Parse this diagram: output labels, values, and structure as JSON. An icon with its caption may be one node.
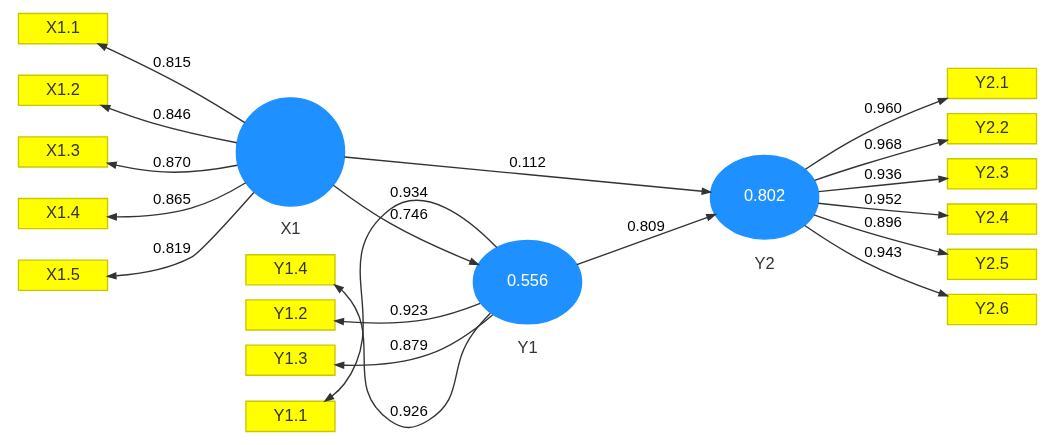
{
  "diagram": {
    "nodes": [
      {
        "text": [
          "Y1.1"
        ]
      },
      {
        "text": [
          "Y1.2"
        ]
      },
      {
        "text": [
          "Y1.3"
        ]
      },
      {
        "text": [
          "Y1.4"
        ]
      },
      {
        "text": [
          "0.556"
        ],
        "beside": [
          "Y1"
        ]
      },
      {
        "text": [
          "X1.1"
        ]
      },
      {
        "text": [
          "X1.2"
        ]
      },
      {
        "text": [
          "X1.3"
        ]
      },
      {
        "text": [
          "X1.4"
        ]
      },
      {
        "text": [
          "X1.5"
        ]
      },
      {
        "text": [],
        "shape": "circle",
        "beside": [
          "X1"
        ]
      },
      {
        "text": [
          "0.802"
        ],
        "beside": [
          "Y2"
        ]
      },
      {
        "text": [
          "Y2.1"
        ]
      },
      {
        "text": [
          "Y2.2"
        ]
      },
      {
        "text": [
          "Y2.3"
        ]
      },
      {
        "text": [
          "Y2.4"
        ]
      },
      {
        "text": [
          "Y2.5"
        ]
      },
      {
        "text": [
          "Y2.6"
        ]
      }
    ],
    "edges": [
      {
        "from": 4,
        "to": 0,
        "arrow": "to",
        "label": "0.934"
      },
      {
        "from": 4,
        "to": 1,
        "arrow": "to",
        "label": "0.923"
      },
      {
        "from": 4,
        "to": 2,
        "arrow": "to",
        "label": "0.879"
      },
      {
        "from": 4,
        "to": 3,
        "arrow": "to",
        "label": "0.926"
      },
      {
        "from": 10,
        "to": 5,
        "arrow": "to",
        "label": "0.815"
      },
      {
        "from": 10,
        "to": 6,
        "arrow": "to",
        "label": "0.846"
      },
      {
        "from": 10,
        "to": 7,
        "arrow": "to",
        "label": "0.870"
      },
      {
        "from": 10,
        "to": 8,
        "arrow": "to",
        "label": "0.865"
      },
      {
        "from": 10,
        "to": 9,
        "arrow": "to",
        "label": "0.819"
      },
      {
        "from": 10,
        "to": 4,
        "arrow": "to",
        "label": "0.746"
      },
      {
        "from": 4,
        "to": 11,
        "arrow": "to",
        "label": "0.809"
      },
      {
        "from": 10,
        "to": 11,
        "arrow": "to",
        "label": "0.112"
      },
      {
        "from": 11,
        "to": 12,
        "arrow": "to",
        "label": "0.960"
      },
      {
        "from": 11,
        "to": 13,
        "arrow": "to",
        "label": "0.968"
      },
      {
        "from": 11,
        "to": 14,
        "arrow": "to",
        "label": "0.936"
      },
      {
        "from": 11,
        "to": 15,
        "arrow": "to",
        "label": "0.952"
      },
      {
        "from": 11,
        "to": 16,
        "arrow": "to",
        "label": "0.896"
      },
      {
        "from": 11,
        "to": 17,
        "arrow": "to",
        "label": "0.943"
      }
    ]
  }
}
